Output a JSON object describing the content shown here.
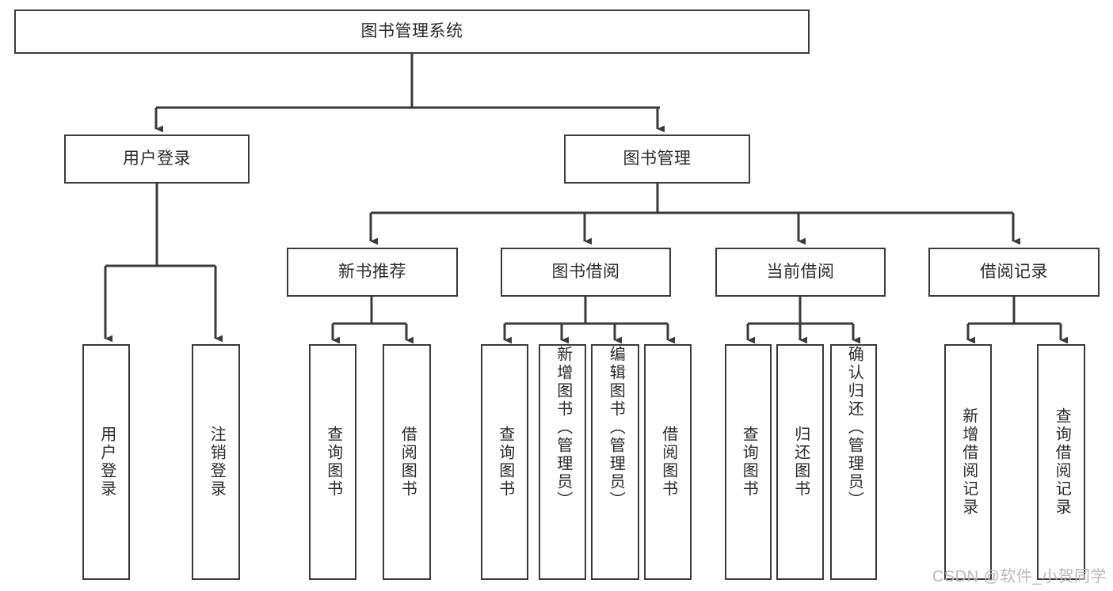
{
  "diagram": {
    "title": "图书管理系统",
    "type": "tree-hierarchy-diagram",
    "watermark": "CSDN @软件_小贺同学",
    "colors": {
      "box_border": "#3a3a3a",
      "connector": "#3a3a3a",
      "text": "#2b2b2b",
      "background": "#ffffff",
      "watermark": "#b9b9b9"
    },
    "root": {
      "label": "图书管理系统"
    },
    "level2": [
      {
        "label": "用户登录"
      },
      {
        "label": "图书管理"
      }
    ],
    "level3": [
      {
        "label": "新书推荐"
      },
      {
        "label": "图书借阅"
      },
      {
        "label": "当前借阅"
      },
      {
        "label": "借阅记录"
      }
    ],
    "leaves": {
      "user_login": [
        {
          "label": "用户登录"
        },
        {
          "label": "注销登录"
        }
      ],
      "new_book_recommend": [
        {
          "label": "查询图书"
        },
        {
          "label": "借阅图书"
        }
      ],
      "book_borrow": [
        {
          "label": "查询图书"
        },
        {
          "label": "新增图书（管理员）"
        },
        {
          "label": "编辑图书（管理员）"
        },
        {
          "label": "借阅图书"
        }
      ],
      "current_borrow": [
        {
          "label": "查询图书"
        },
        {
          "label": "归还图书"
        },
        {
          "label": "确认归还（管理员）"
        }
      ],
      "borrow_record": [
        {
          "label": "新增借阅记录"
        },
        {
          "label": "查询借阅记录"
        }
      ]
    }
  }
}
